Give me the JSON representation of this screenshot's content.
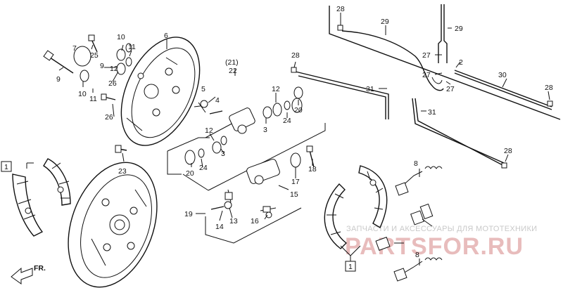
{
  "labels": {
    "l1a": "1",
    "l1b": "1",
    "l2": "2",
    "l3a": "3",
    "l3b": "3",
    "l4": "4",
    "l5": "5",
    "l6": "6",
    "l7": "7",
    "l8a": "8",
    "l8b": "8",
    "l9a": "9",
    "l9b": "9",
    "l10a": "10",
    "l10b": "10",
    "l11a": "11",
    "l11b": "11",
    "l12a": "12",
    "l12b": "12",
    "l13": "13",
    "l14": "14",
    "l15": "15",
    "l16": "16",
    "l17": "17",
    "l18": "18",
    "l19": "19",
    "l20a": "20",
    "l20b": "20",
    "l21": "(21)",
    "l22": "22",
    "l23": "23",
    "l24a": "24",
    "l24b": "24",
    "l25": "25",
    "l26a": "26",
    "l26b": "26",
    "l27a": "27",
    "l27b": "27",
    "l27c": "27",
    "l28a": "28",
    "l28b": "28",
    "l28c": "28",
    "l28d": "28",
    "l29a": "29",
    "l29b": "29",
    "l30": "30",
    "l31a": "31",
    "l31b": "31"
  },
  "direction_label": "FR.",
  "watermark": {
    "line1": "ЗАПЧАСТИ И АКСЕССУАРЫ ДЛЯ МОТОТЕХНИКИ",
    "line2": "PARTSFOR.RU"
  }
}
